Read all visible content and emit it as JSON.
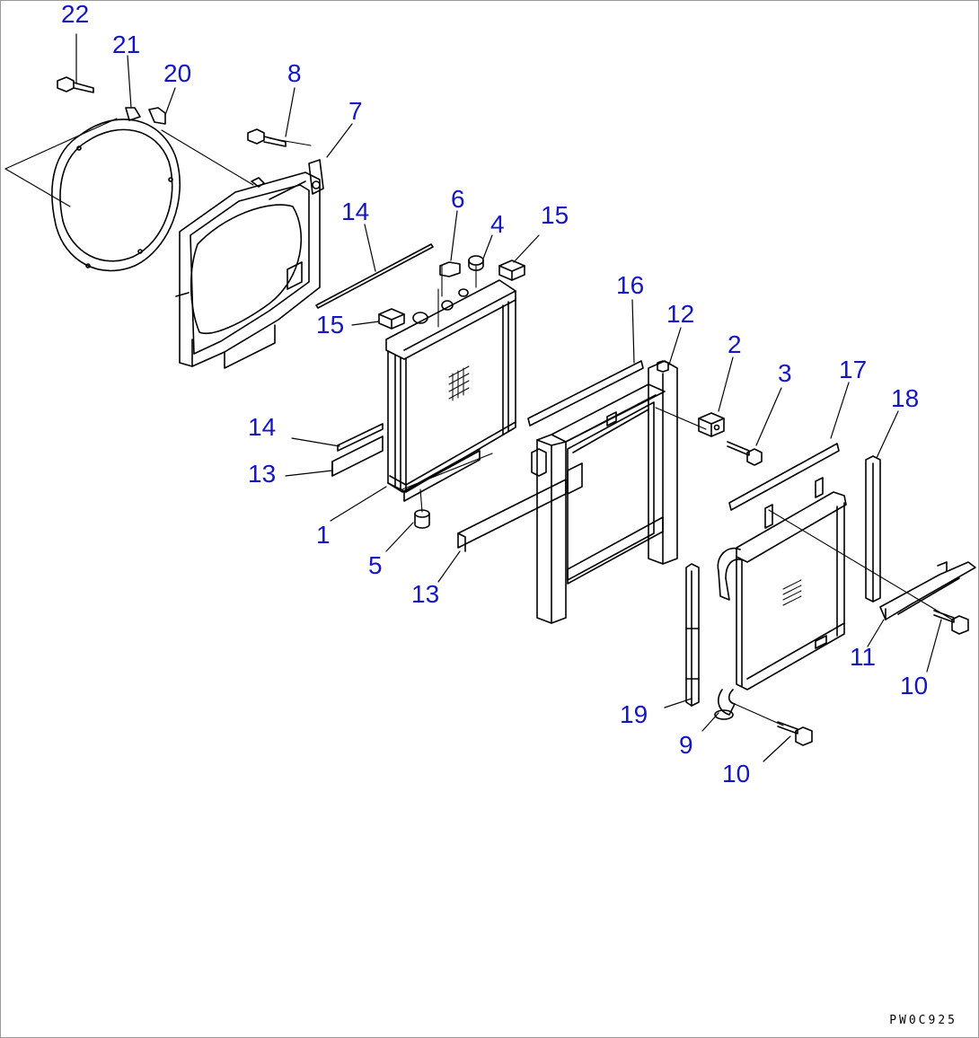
{
  "colors": {
    "callout": "#1515c8",
    "linework": "#000000",
    "background": "#ffffff"
  },
  "callouts": [
    {
      "id": "c22",
      "label": "22"
    },
    {
      "id": "c21",
      "label": "21"
    },
    {
      "id": "c20",
      "label": "20"
    },
    {
      "id": "c8",
      "label": "8"
    },
    {
      "id": "c7",
      "label": "7"
    },
    {
      "id": "c14a",
      "label": "14"
    },
    {
      "id": "c6",
      "label": "6"
    },
    {
      "id": "c4",
      "label": "4"
    },
    {
      "id": "c15a",
      "label": "15"
    },
    {
      "id": "c15b",
      "label": "15"
    },
    {
      "id": "c16",
      "label": "16"
    },
    {
      "id": "c12",
      "label": "12"
    },
    {
      "id": "c2",
      "label": "2"
    },
    {
      "id": "c3",
      "label": "3"
    },
    {
      "id": "c17",
      "label": "17"
    },
    {
      "id": "c18",
      "label": "18"
    },
    {
      "id": "c14b",
      "label": "14"
    },
    {
      "id": "c13a",
      "label": "13"
    },
    {
      "id": "c1",
      "label": "1"
    },
    {
      "id": "c5",
      "label": "5"
    },
    {
      "id": "c13b",
      "label": "13"
    },
    {
      "id": "c11",
      "label": "11"
    },
    {
      "id": "c10a",
      "label": "10"
    },
    {
      "id": "c19",
      "label": "19"
    },
    {
      "id": "c9",
      "label": "9"
    },
    {
      "id": "c10b",
      "label": "10"
    }
  ],
  "drawing_code": "PW0C925"
}
